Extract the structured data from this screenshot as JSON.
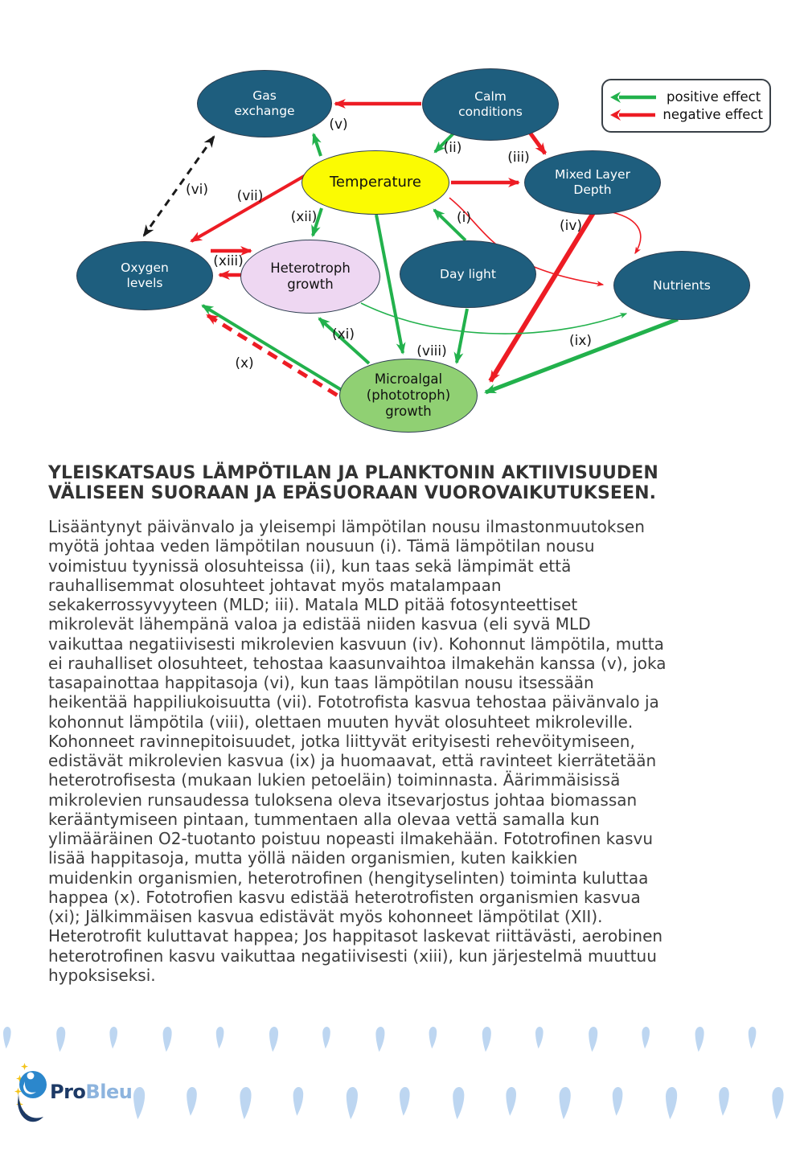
{
  "colors": {
    "node_teal": "#1e5e7e",
    "node_yellow": "#fbfb02",
    "node_pink": "#eed7f2",
    "node_green": "#90d073",
    "node_stroke": "#2d3e50",
    "positive": "#22b14c",
    "negative": "#ed1c24",
    "neutral_dashed": "#1a1a1a",
    "drop_blue": "#bdd6f1",
    "logo_navy": "#1d3a66",
    "logo_lightblue": "#8db4de",
    "logo_circle": "#2b87cc",
    "star_yellow": "#f3c318"
  },
  "diagram": {
    "nodes": [
      {
        "id": "gas-exchange",
        "lines": [
          "Gas",
          "exchange"
        ],
        "fill_key": "node_teal",
        "text": "#ffffff"
      },
      {
        "id": "calm-conditions",
        "lines": [
          "Calm",
          "conditions"
        ],
        "fill_key": "node_teal",
        "text": "#ffffff"
      },
      {
        "id": "temperature",
        "lines": [
          "Temperature"
        ],
        "fill_key": "node_yellow",
        "text": "#111111"
      },
      {
        "id": "mixed-layer-depth",
        "lines": [
          "Mixed Layer",
          "Depth"
        ],
        "fill_key": "node_teal",
        "text": "#ffffff"
      },
      {
        "id": "oxygen-levels",
        "lines": [
          "Oxygen",
          "levels"
        ],
        "fill_key": "node_teal",
        "text": "#ffffff"
      },
      {
        "id": "heterotroph-growth",
        "lines": [
          "Heterotroph",
          "growth"
        ],
        "fill_key": "node_pink",
        "text": "#111111"
      },
      {
        "id": "day-light",
        "lines": [
          "Day light"
        ],
        "fill_key": "node_teal",
        "text": "#ffffff"
      },
      {
        "id": "nutrients",
        "lines": [
          "Nutrients"
        ],
        "fill_key": "node_teal",
        "text": "#ffffff"
      },
      {
        "id": "microalgal-growth",
        "lines": [
          "Microalgal",
          "(phototroph)",
          "growth"
        ],
        "fill_key": "node_green",
        "text": "#111111"
      }
    ],
    "edge_labels": [
      {
        "id": "i",
        "text": "(i)"
      },
      {
        "id": "ii",
        "text": "(ii)"
      },
      {
        "id": "iii",
        "text": "(iii)"
      },
      {
        "id": "iv",
        "text": "(iv)"
      },
      {
        "id": "v",
        "text": "(v)"
      },
      {
        "id": "vi",
        "text": "(vi)"
      },
      {
        "id": "vii",
        "text": "(vii)"
      },
      {
        "id": "viii",
        "text": "(viii)"
      },
      {
        "id": "ix",
        "text": "(ix)"
      },
      {
        "id": "x",
        "text": "(x)"
      },
      {
        "id": "xi",
        "text": "(xi)"
      },
      {
        "id": "xii",
        "text": "(xii)"
      },
      {
        "id": "xiii",
        "text": "(xiii)"
      }
    ],
    "edges": [
      {
        "label": "(i)",
        "from": "Day light",
        "to": "Temperature",
        "effect": "positive"
      },
      {
        "label": "(ii)",
        "from": "Calm conditions",
        "to": "Temperature",
        "effect": "positive"
      },
      {
        "label": "(iii)",
        "from": "Calm conditions",
        "to": "Mixed Layer Depth",
        "effect": "negative"
      },
      {
        "label": "(iv)",
        "from": "Mixed Layer Depth",
        "to": "Microalgal (phototroph) growth",
        "effect": "negative"
      },
      {
        "label": "(v)",
        "from": "Calm conditions",
        "to": "Gas exchange",
        "effect": "negative"
      },
      {
        "label": "(v)",
        "from": "Temperature",
        "to": "Gas exchange",
        "effect": "positive"
      },
      {
        "label": "(vi)",
        "from": "Gas exchange",
        "to": "Oxygen levels",
        "effect": "two-way balance (dashed black)"
      },
      {
        "label": "(vii)",
        "from": "Temperature",
        "to": "Oxygen levels",
        "effect": "negative"
      },
      {
        "label": "(viii)",
        "from": "Temperature",
        "to": "Microalgal (phototroph) growth",
        "effect": "positive"
      },
      {
        "label": "(viii)",
        "from": "Day light",
        "to": "Microalgal (phototroph) growth",
        "effect": "positive"
      },
      {
        "label": "(ix)",
        "from": "Nutrients",
        "to": "Microalgal (phototroph) growth",
        "effect": "positive"
      },
      {
        "label": "",
        "from": "Heterotroph growth",
        "to": "Nutrients",
        "effect": "positive"
      },
      {
        "label": "",
        "from": "Temperature",
        "to": "Nutrients",
        "effect": "negative"
      },
      {
        "label": "",
        "from": "Mixed Layer Depth",
        "to": "Nutrients",
        "effect": "negative"
      },
      {
        "label": "(x)",
        "from": "Microalgal (phototroph) growth",
        "to": "Oxygen levels",
        "effect": "negative (dashed)"
      },
      {
        "label": "",
        "from": "Microalgal (phototroph) growth",
        "to": "Oxygen levels",
        "effect": "positive"
      },
      {
        "label": "(xi)",
        "from": "Microalgal (phototroph) growth",
        "to": "Heterotroph growth",
        "effect": "positive"
      },
      {
        "label": "(xii)",
        "from": "Temperature",
        "to": "Heterotroph growth",
        "effect": "positive"
      },
      {
        "label": "(xiii)",
        "from": "Oxygen levels",
        "to": "Heterotroph growth",
        "effect": "negative"
      },
      {
        "label": "(xiii)",
        "from": "Heterotroph growth",
        "to": "Oxygen levels",
        "effect": "negative"
      }
    ],
    "legend": {
      "positive_label": "positive effect",
      "negative_label": "negative effect"
    }
  },
  "article": {
    "heading_lines": [
      "YLEISKATSAUS LÄMPÖTILAN JA PLANKTONIN AKTIIVISUUDEN",
      "VÄLISEEN SUORAAN JA EPÄSUORAAN VUOROVAIKUTUKSEEN."
    ],
    "body_lines": [
      "Lisääntynyt päivänvalo ja yleisempi lämpötilan nousu ilmastonmuutoksen",
      "myötä johtaa veden lämpötilan nousuun (i). Tämä lämpötilan nousu",
      "voimistuu tyynissä olosuhteissa (ii), kun taas sekä lämpimät että",
      "rauhallisemmat olosuhteet johtavat myös matalampaan",
      "sekakerrossyvyyteen (MLD; iii). Matala MLD pitää fotosynteettiset",
      "mikrolevät lähempänä valoa ja edistää niiden kasvua (eli syvä MLD",
      "vaikuttaa negatiivisesti mikrolevien kasvuun (iv). Kohonnut lämpötila, mutta",
      "ei rauhalliset olosuhteet, tehostaa kaasunvaihtoa ilmakehän kanssa (v), joka",
      "tasapainottaa happitasoja (vi), kun taas lämpötilan nousu itsessään",
      "heikentää happiliukoisuutta (vii). Fototrofista kasvua tehostaa päivänvalo ja",
      "kohonnut lämpötila (viii), olettaen muuten hyvät olosuhteet mikroleville.",
      "Kohonneet ravinnepitoisuudet, jotka liittyvät erityisesti rehevöitymiseen,",
      "edistävät mikrolevien kasvua (ix) ja huomaavat, että ravinteet kierrätetään",
      "heterotrofisesta (mukaan lukien petoeläin) toiminnasta. Äärimmäisissä",
      "mikrolevien runsaudessa tuloksena oleva itsevarjostus johtaa biomassan",
      "kerääntymiseen pintaan, tummentaen alla olevaa vettä samalla kun",
      "ylimääräinen O2-tuotanto poistuu nopeasti ilmakehään. Fototrofinen kasvu",
      "lisää happitasoja, mutta yöllä näiden organismien, kuten kaikkien",
      "muidenkin organismien, heterotrofinen (hengityselinten) toiminta kuluttaa",
      "happea (x). Fototrofien kasvu edistää heterotrofisten organismien kasvua",
      "(xi); Jälkimmäisen kasvua edistävät myös kohonneet lämpötilat (XII).",
      "Heterotrofit kuluttavat happea; Jos happitasot laskevat riittävästi, aerobinen",
      "heterotrofinen kasvu vaikuttaa negatiivisesti (xiii), kun järjestelmä muuttuu",
      "hypoksiseksi."
    ]
  },
  "footer": {
    "logo_pro": "Pro",
    "logo_bleu": "Bleu"
  }
}
